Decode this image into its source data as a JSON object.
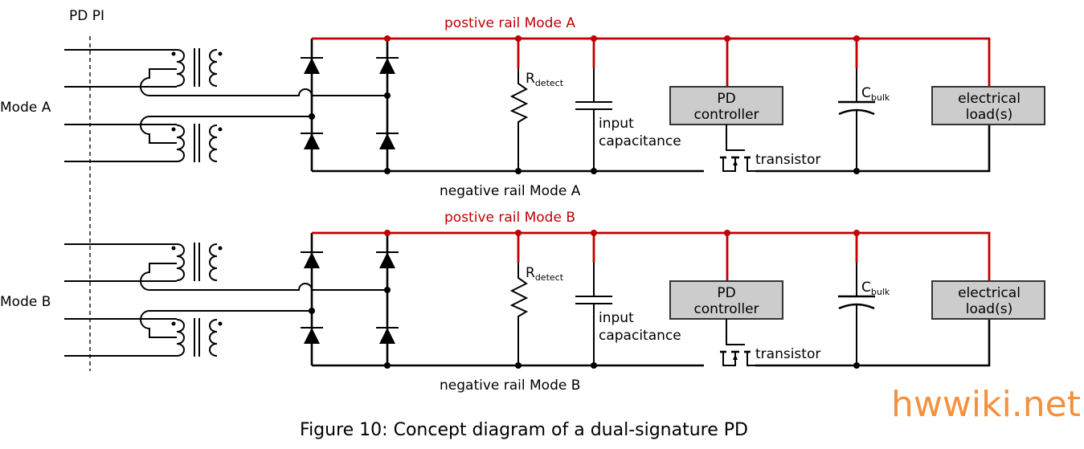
{
  "figure": {
    "caption": "Figure 10: Concept diagram of a dual-signature PD",
    "watermark": "hwwiki.net",
    "pi_label": "PD PI",
    "colors": {
      "positive_rail": "#c00000",
      "wire": "#000000",
      "block_fill": "#cccccc",
      "watermark": "#f5913e"
    }
  },
  "modes": [
    {
      "id": "A",
      "mode_label": "Mode A",
      "positive_rail_label": "postive rail Mode A",
      "negative_rail_label": "negative rail Mode A",
      "r_detect": {
        "main": "R",
        "sub": "detect"
      },
      "input_cap_line1": "input",
      "input_cap_line2": "capacitance",
      "controller_line1": "PD",
      "controller_line2": "controller",
      "transistor_label": "transistor",
      "c_bulk": {
        "main": "C",
        "sub": "bulk"
      },
      "load_line1": "electrical",
      "load_line2": "load(s)"
    },
    {
      "id": "B",
      "mode_label": "Mode B",
      "positive_rail_label": "postive rail Mode B",
      "negative_rail_label": "negative rail Mode B",
      "r_detect": {
        "main": "R",
        "sub": "detect"
      },
      "input_cap_line1": "input",
      "input_cap_line2": "capacitance",
      "controller_line1": "PD",
      "controller_line2": "controller",
      "transistor_label": "transistor",
      "c_bulk": {
        "main": "C",
        "sub": "bulk"
      },
      "load_line1": "electrical",
      "load_line2": "load(s)"
    }
  ]
}
